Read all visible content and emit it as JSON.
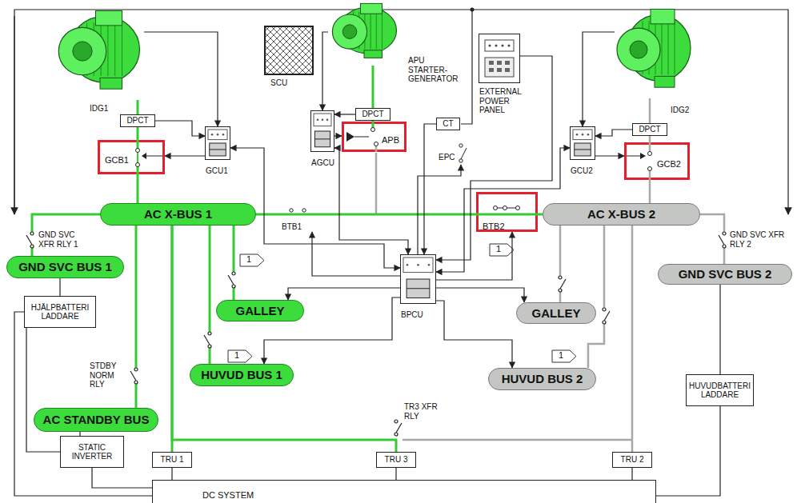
{
  "diagram": {
    "nodes": [
      {
        "text": [
          "IDG1"
        ]
      },
      {
        "text": [
          "SCU"
        ]
      },
      {
        "text": [
          "APU STARTER-GENERATOR"
        ]
      },
      {
        "text": [
          "EXTERNAL POWER PANEL"
        ]
      },
      {
        "text": [
          "IDG2"
        ]
      },
      {
        "text": [
          "DPCT"
        ]
      },
      {
        "text": [
          "GCU1"
        ]
      },
      {
        "text": [
          "AGCU"
        ]
      },
      {
        "text": [
          "DPCT"
        ]
      },
      {
        "text": [
          "APB"
        ]
      },
      {
        "text": [
          "CT"
        ]
      },
      {
        "text": [
          "GCU2"
        ]
      },
      {
        "text": [
          "DPCT"
        ]
      },
      {
        "text": [
          "GCB1"
        ]
      },
      {
        "text": [
          "EPC"
        ]
      },
      {
        "text": [
          "GCB2"
        ]
      },
      {
        "text": [
          "AC X-BUS 1"
        ]
      },
      {
        "text": [
          "BTB1"
        ]
      },
      {
        "text": [
          "BTB2"
        ]
      },
      {
        "text": [
          "AC X-BUS 2"
        ]
      },
      {
        "text": [
          "GND SVC BUS 1"
        ]
      },
      {
        "text": [
          "BPCU"
        ]
      },
      {
        "text": [
          "GALLEY"
        ]
      },
      {
        "text": [
          "GALLEY"
        ]
      },
      {
        "text": [
          "GND SVC BUS 2"
        ]
      },
      {
        "text": [
          "HJÄLPBATTERI LADDARE"
        ]
      },
      {
        "text": [
          "HUVUD BUS 1"
        ]
      },
      {
        "text": [
          "HUVUD BUS 2"
        ]
      },
      {
        "text": [
          "AC STANDBY BUS"
        ]
      },
      {
        "text": [
          "HUVUDBATTERI LADDARE"
        ]
      },
      {
        "text": [
          "STATIC INVERTER"
        ]
      },
      {
        "text": [
          "TRU 1"
        ]
      },
      {
        "text": [
          "TRU 3"
        ]
      },
      {
        "text": [
          "TRU 2"
        ]
      },
      {
        "text": [
          "DC SYSTEM"
        ]
      }
    ],
    "edges": [
      {
        "from": 0,
        "to": 5,
        "arrow": "none"
      },
      {
        "from": 5,
        "to": 13,
        "arrow": "none"
      },
      {
        "from": 13,
        "to": 16,
        "arrow": "none"
      },
      {
        "from": 16,
        "to": 17,
        "arrow": "none"
      },
      {
        "from": 17,
        "to": 18,
        "arrow": "none"
      },
      {
        "from": 18,
        "to": 19,
        "arrow": "none"
      },
      {
        "from": 2,
        "to": 8,
        "arrow": "none"
      },
      {
        "from": 8,
        "to": 9,
        "arrow": "none"
      },
      {
        "from": 4,
        "to": 12,
        "arrow": "none"
      },
      {
        "from": 12,
        "to": 15,
        "arrow": "none"
      },
      {
        "from": 15,
        "to": 19,
        "arrow": "none"
      },
      {
        "from": 16,
        "to": 20,
        "arrow": "none"
      },
      {
        "from": 16,
        "to": 22,
        "arrow": "none"
      },
      {
        "from": 16,
        "to": 26,
        "arrow": "none"
      },
      {
        "from": 16,
        "to": 28,
        "arrow": "none"
      },
      {
        "from": 16,
        "to": 31,
        "arrow": "none"
      },
      {
        "from": 16,
        "to": 32,
        "arrow": "none"
      },
      {
        "from": 19,
        "to": 23,
        "arrow": "none"
      },
      {
        "from": 19,
        "to": 27,
        "arrow": "none"
      },
      {
        "from": 19,
        "to": 33,
        "arrow": "none"
      },
      {
        "from": 19,
        "to": 24,
        "arrow": "none"
      },
      {
        "from": 24,
        "to": 29,
        "arrow": "none"
      },
      {
        "from": 29,
        "to": 34,
        "arrow": "none"
      },
      {
        "from": 31,
        "to": 34,
        "arrow": "none"
      },
      {
        "from": 32,
        "to": 34,
        "arrow": "none"
      },
      {
        "from": 33,
        "to": 34,
        "arrow": "none"
      },
      {
        "from": 30,
        "to": 34,
        "arrow": "none"
      },
      {
        "from": 28,
        "to": 30,
        "arrow": "none"
      },
      {
        "from": 20,
        "to": 25,
        "arrow": "none"
      },
      {
        "from": 25,
        "to": 30,
        "arrow": "none"
      },
      {
        "from": 25,
        "to": 34,
        "arrow": "none"
      },
      {
        "from": 0,
        "to": 6,
        "arrow": "to"
      },
      {
        "from": 5,
        "to": 6,
        "arrow": "to"
      },
      {
        "from": 6,
        "to": 13,
        "arrow": "to"
      },
      {
        "from": 6,
        "to": 21,
        "arrow": "both"
      },
      {
        "from": 2,
        "to": 7,
        "arrow": "to"
      },
      {
        "from": 8,
        "to": 7,
        "arrow": "to"
      },
      {
        "from": 7,
        "to": 9,
        "arrow": "to"
      },
      {
        "from": 7,
        "to": 21,
        "arrow": "both"
      },
      {
        "from": 10,
        "to": 21,
        "arrow": "to"
      },
      {
        "from": 21,
        "to": 14,
        "arrow": "to"
      },
      {
        "from": 4,
        "to": 11,
        "arrow": "to"
      },
      {
        "from": 12,
        "to": 11,
        "arrow": "to"
      },
      {
        "from": 11,
        "to": 15,
        "arrow": "to"
      },
      {
        "from": 11,
        "to": 21,
        "arrow": "both"
      },
      {
        "from": 21,
        "to": 17,
        "arrow": "to"
      },
      {
        "from": 21,
        "to": 18,
        "arrow": "to"
      },
      {
        "from": 21,
        "to": 22,
        "arrow": "to"
      },
      {
        "from": 21,
        "to": 23,
        "arrow": "to"
      },
      {
        "from": 21,
        "to": 26,
        "arrow": "to"
      },
      {
        "from": 21,
        "to": 27,
        "arrow": "to"
      },
      {
        "from": 3,
        "to": 21,
        "arrow": "to"
      }
    ],
    "labels": [
      "GND SVC XFR RLY 1",
      "GND SVC XFR RLY 2",
      "1",
      "1",
      "1",
      "1",
      "STDBY NORM RLY",
      "TR3 XFR RLY"
    ]
  }
}
